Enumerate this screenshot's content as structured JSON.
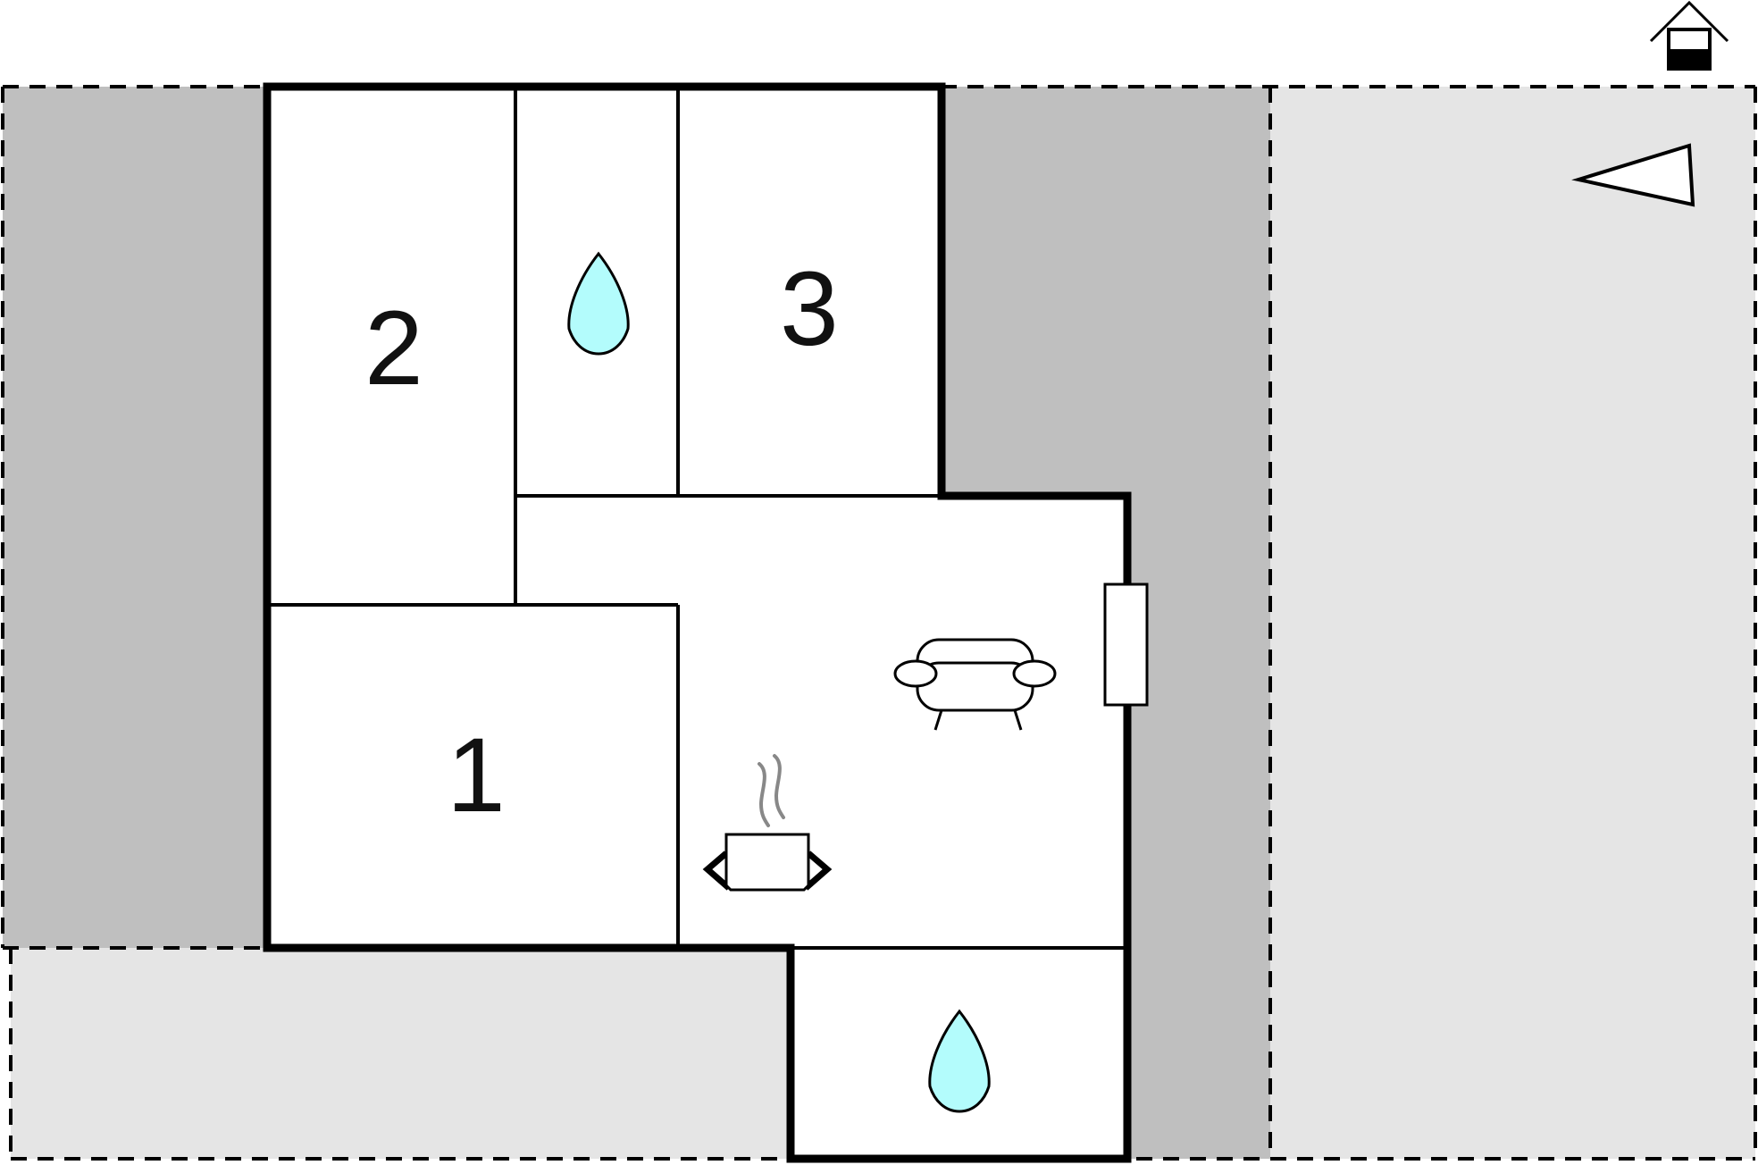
{
  "rooms": [
    {
      "id": "bedroom-1",
      "label": "1"
    },
    {
      "id": "bedroom-2",
      "label": "2"
    },
    {
      "id": "bedroom-3",
      "label": "3"
    }
  ],
  "icons": [
    "house-icon",
    "north-arrow-icon",
    "water-drop-icon",
    "sofa-icon",
    "cooking-pot-icon",
    "window-icon"
  ],
  "colors": {
    "terrace_dark": "#bfbfbf",
    "garden_light": "#e5e5e5",
    "room_fill": "#ffffff",
    "wall": "#000000",
    "water": "#b3fcfc",
    "steam": "#888888"
  }
}
